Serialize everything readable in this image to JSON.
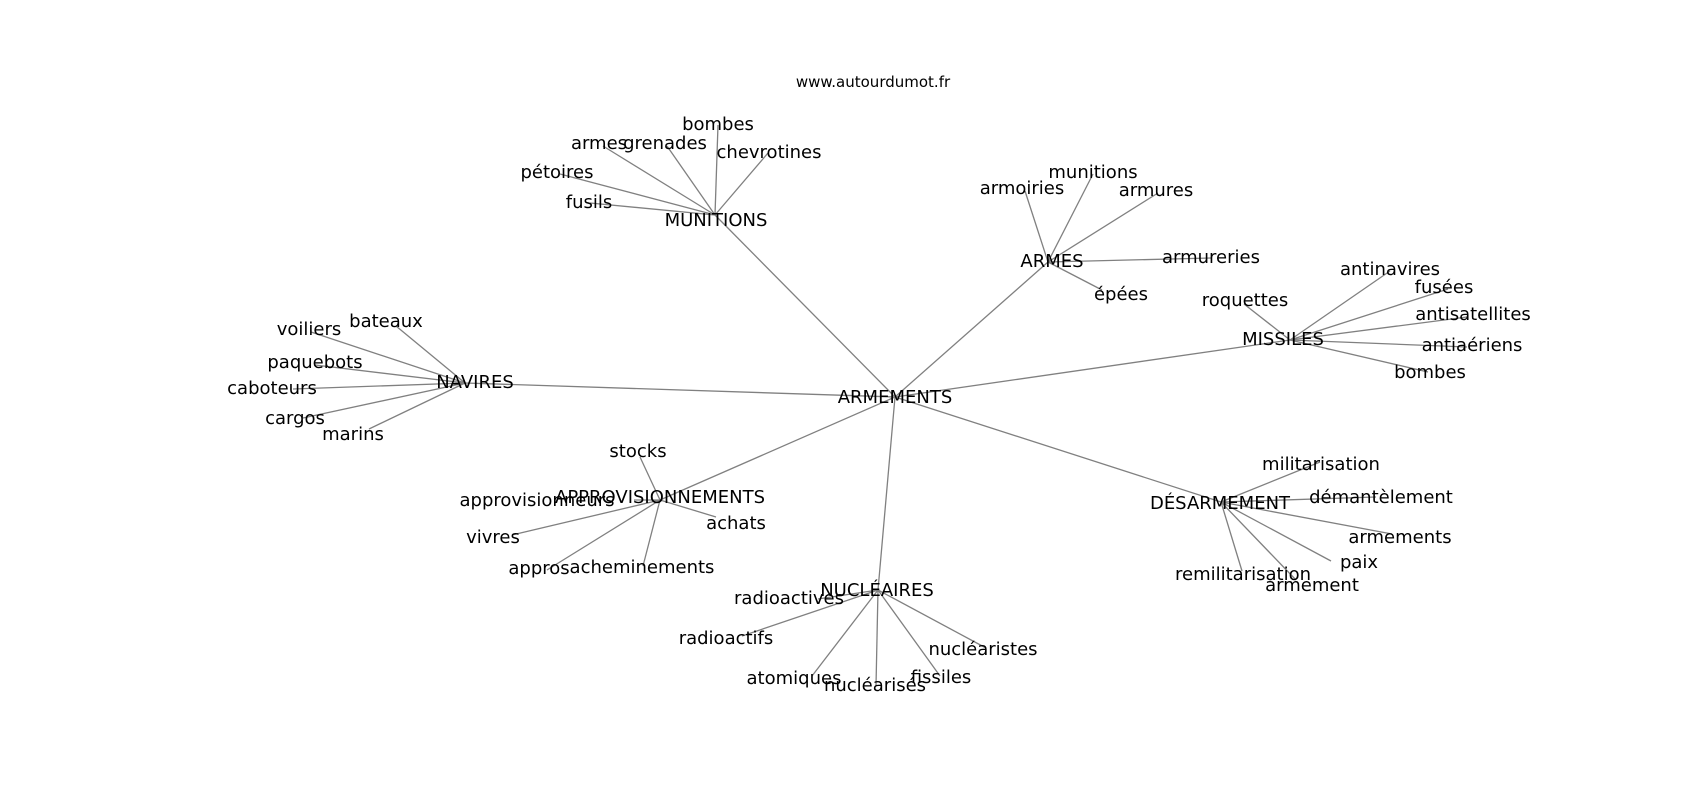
{
  "site": "www.autourdumot.fr",
  "colors": {
    "edge": "#808080",
    "text": "#000000",
    "background": "#ffffff"
  },
  "graph": {
    "root": {
      "id": "ARMEMENTS",
      "label": "ARMEMENTS"
    },
    "clusters": [
      {
        "hub": {
          "id": "MUNITIONS",
          "label": "MUNITIONS"
        },
        "leaves": [
          {
            "id": "munitions-bombes",
            "label": "bombes"
          },
          {
            "id": "munitions-armes",
            "label": "armes"
          },
          {
            "id": "munitions-grenades",
            "label": "grenades"
          },
          {
            "id": "munitions-chevrotines",
            "label": "chevrotines"
          },
          {
            "id": "munitions-petoires",
            "label": "pétoires"
          },
          {
            "id": "munitions-fusils",
            "label": "fusils"
          }
        ]
      },
      {
        "hub": {
          "id": "ARMES",
          "label": "ARMES"
        },
        "leaves": [
          {
            "id": "armes-munitions",
            "label": "munitions"
          },
          {
            "id": "armes-armoiries",
            "label": "armoiries"
          },
          {
            "id": "armes-armures",
            "label": "armures"
          },
          {
            "id": "armes-armureries",
            "label": "armureries"
          },
          {
            "id": "armes-epees",
            "label": "épées"
          }
        ]
      },
      {
        "hub": {
          "id": "MISSILES",
          "label": "MISSILES"
        },
        "leaves": [
          {
            "id": "missiles-antinavires",
            "label": "antinavires"
          },
          {
            "id": "missiles-fusees",
            "label": "fusées"
          },
          {
            "id": "missiles-roquettes",
            "label": "roquettes"
          },
          {
            "id": "missiles-antisatellites",
            "label": "antisatellites"
          },
          {
            "id": "missiles-antiaeriens",
            "label": "antiaériens"
          },
          {
            "id": "missiles-bombes",
            "label": "bombes"
          }
        ]
      },
      {
        "hub": {
          "id": "NAVIRES",
          "label": "NAVIRES"
        },
        "leaves": [
          {
            "id": "navires-voiliers",
            "label": "voiliers"
          },
          {
            "id": "navires-bateaux",
            "label": "bateaux"
          },
          {
            "id": "navires-paquebots",
            "label": "paquebots"
          },
          {
            "id": "navires-caboteurs",
            "label": "caboteurs"
          },
          {
            "id": "navires-cargos",
            "label": "cargos"
          },
          {
            "id": "navires-marins",
            "label": "marins"
          }
        ]
      },
      {
        "hub": {
          "id": "APPROVISIONNEMENTS",
          "label": "APPROVISIONNEMENTS"
        },
        "leaves": [
          {
            "id": "appro-stocks",
            "label": "stocks"
          },
          {
            "id": "appro-approvisionneurs",
            "label": "approvisionneurs"
          },
          {
            "id": "appro-achats",
            "label": "achats"
          },
          {
            "id": "appro-vivres",
            "label": "vivres"
          },
          {
            "id": "appro-appros",
            "label": "appros"
          },
          {
            "id": "appro-acheminements",
            "label": "acheminements"
          }
        ]
      },
      {
        "hub": {
          "id": "NUCLEAIRES",
          "label": "NUCLÉAIRES"
        },
        "leaves": [
          {
            "id": "nucl-radioactives",
            "label": "radioactives"
          },
          {
            "id": "nucl-radioactifs",
            "label": "radioactifs"
          },
          {
            "id": "nucl-nuclearistes",
            "label": "nucléaristes"
          },
          {
            "id": "nucl-atomiques",
            "label": "atomiques"
          },
          {
            "id": "nucl-fissiles",
            "label": "fissiles"
          },
          {
            "id": "nucl-nuclearises",
            "label": "nucléarisés"
          }
        ]
      },
      {
        "hub": {
          "id": "DESARMEMENT",
          "label": "DÉSARMEMENT"
        },
        "leaves": [
          {
            "id": "desarm-militarisation",
            "label": "militarisation"
          },
          {
            "id": "desarm-demantelement",
            "label": "démantèlement"
          },
          {
            "id": "desarm-armements",
            "label": "armements"
          },
          {
            "id": "desarm-paix",
            "label": "paix"
          },
          {
            "id": "desarm-remilitarisation",
            "label": "remilitarisation"
          },
          {
            "id": "desarm-armement",
            "label": "armement"
          }
        ]
      }
    ]
  }
}
